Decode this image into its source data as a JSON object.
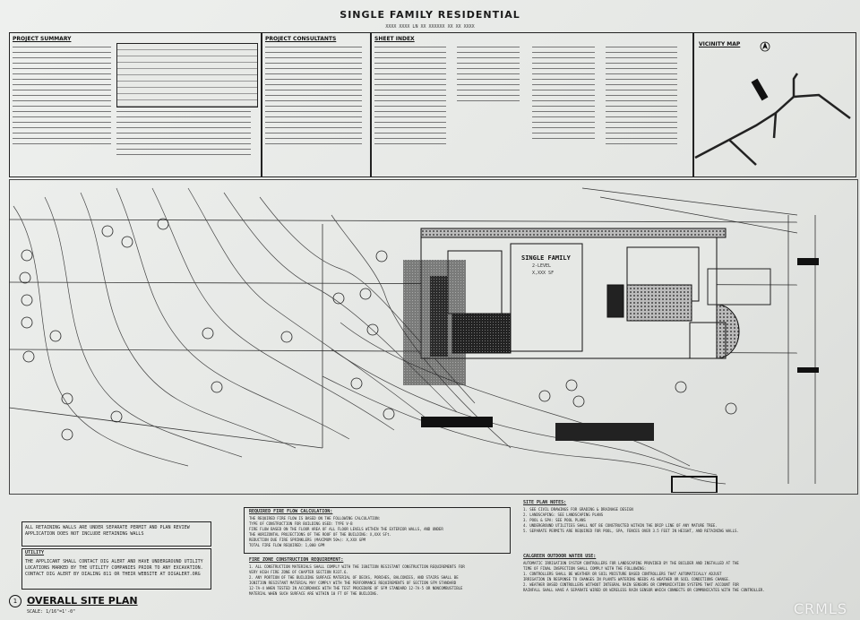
{
  "sheet": {
    "title": "SINGLE FAMILY RESIDENTIAL",
    "subtitle": "XXXX XXXX LN  XX  XXXXXX XX  XX XXXX"
  },
  "headers": {
    "project_summary": "PROJECT SUMMARY",
    "project_consultants": "PROJECT CONSULTANTS",
    "sheet_index": "SHEET INDEX",
    "vicinity_map": "VICINITY MAP"
  },
  "site": {
    "house_label": "SINGLE FAMILY",
    "house_sub": "2-LEVEL",
    "house_area": "X,XXX SF"
  },
  "notes": {
    "retaining": "ALL RETAINING WALLS ARE UNDER SEPARATE PERMIT AND PLAN REVIEW APPLICATION DOES NOT INCLUDE RETAINING WALLS",
    "utility_title": "UTILITY",
    "utility_body": "THE APPLICANT SHALL CONTACT DIG ALERT AND HAVE UNDERGROUND UTILITY LOCATIONS MARKED BY THE UTILITY COMPANIES PRIOR TO ANY EXCAVATION. CONTACT DIG ALERT BY DIALING 811 OR THEIR WEBSITE AT DIGALERT.ORG",
    "fire_title": "REQUIRED FIRE FLOW CALCULATION:",
    "fire_body": [
      "THE REQUIRED FIRE FLOW IS BASED ON THE FOLLOWING CALCULATION:",
      "TYPE OF CONSTRUCTION FOR BUILDING USED:  TYPE V-B",
      "FIRE FLOW BASED ON THE FLOOR AREA OF ALL FLOOR LEVELS WITHIN THE EXTERIOR WALLS, AND UNDER",
      "THE HORIZONTAL PROJECTIONS OF THE ROOF OF THE BUILDING: X,XXX SFt.",
      "REDUCTION DUE FIRE SPRINKLERS (MAXIMUM 50%): X,XXX GPM",
      "TOTAL FIRE FLOW REQUIRED: 1,000 GPM"
    ],
    "zone_title": "FIRE ZONE CONSTRUCTION REQUIREMENT:",
    "zone_body": [
      "1. ALL CONSTRUCTION MATERIALS SHALL COMPLY WITH THE IGNITION RESISTANT CONSTRUCTION REQUIREMENTS FOR",
      "VERY HIGH FIRE ZONE OF CHAPTER SECTION R337.6.",
      "2. ANY PORTION OF THE BUILDING SURFACE MATERIAL OF DECKS, PORCHES, BALCONIES, AND STAIRS SHALL BE",
      "IGNITION RESISTANT MATERIAL MAY COMPLY WITH THE PERFORMANCE REQUIREMENTS OF SECTION SFM STANDARD",
      "12-7A-4 WHEN TESTED IN ACCORDANCE WITH THE TEST PROCEDURE OF SFM STANDARD 12-7A-5 OR NONCOMBUSTIBLE",
      "MATERIAL WHEN SUCH SURFACE ARE WITHIN 10 FT OF THE BUILDING."
    ],
    "site_plan_title": "SITE PLAN NOTES:",
    "site_plan_body": [
      "1. SEE CIVIL DRAWINGS FOR GRADING & DRAINAGE DESIGN",
      "2. LANDSCAPING: SEE LANDSCAPING PLANS",
      "3. POOL & SPA: SEE POOL PLANS",
      "4. UNDERGROUND UTILITIES SHALL NOT BE CONSTRUCTED WITHIN THE DRIP LINE OF ANY MATURE TREE.",
      "5. SEPARATE PERMITS ARE REQUIRED FOR POOL, SPA, FENCES OVER 3.5 FEET IN HEIGHT, AND RETAINING WALLS."
    ],
    "calgreen_title": "CALGREEN OUTDOOR WATER USE:",
    "calgreen_body": [
      "AUTOMATIC IRRIGATION SYSTEM CONTROLLERS FOR LANDSCAPING PROVIDED BY THE BUILDER AND INSTALLED AT THE",
      "TIME OF FINAL INSPECTION SHALL COMPLY WITH THE FOLLOWING:",
      "1. CONTROLLERS SHALL BE WEATHER OR SOIL MOISTURE BASED CONTROLLERS THAT AUTOMATICALLY ADJUST",
      "IRRIGATION IN RESPONSE TO CHANGES IN PLANTS WATERING NEEDS AS WEATHER OR SOIL CONDITIONS CHANGE.",
      "2. WEATHER BASED CONTROLLERS WITHOUT INTEGRAL RAIN SENSORS OR COMMUNICATION SYSTEMS THAT ACCOUNT FOR",
      "RAINFALL SHALL HAVE A SEPARATE WIRED OR WIRELESS RAIN SENSOR WHICH CONNECTS OR COMMUNICATES WITH THE CONTROLLER."
    ]
  },
  "plan": {
    "bubble": "1",
    "title": "OVERALL SITE PLAN",
    "scale": "SCALE: 1/16\"=1'-0\""
  },
  "watermark": "CRMLS"
}
